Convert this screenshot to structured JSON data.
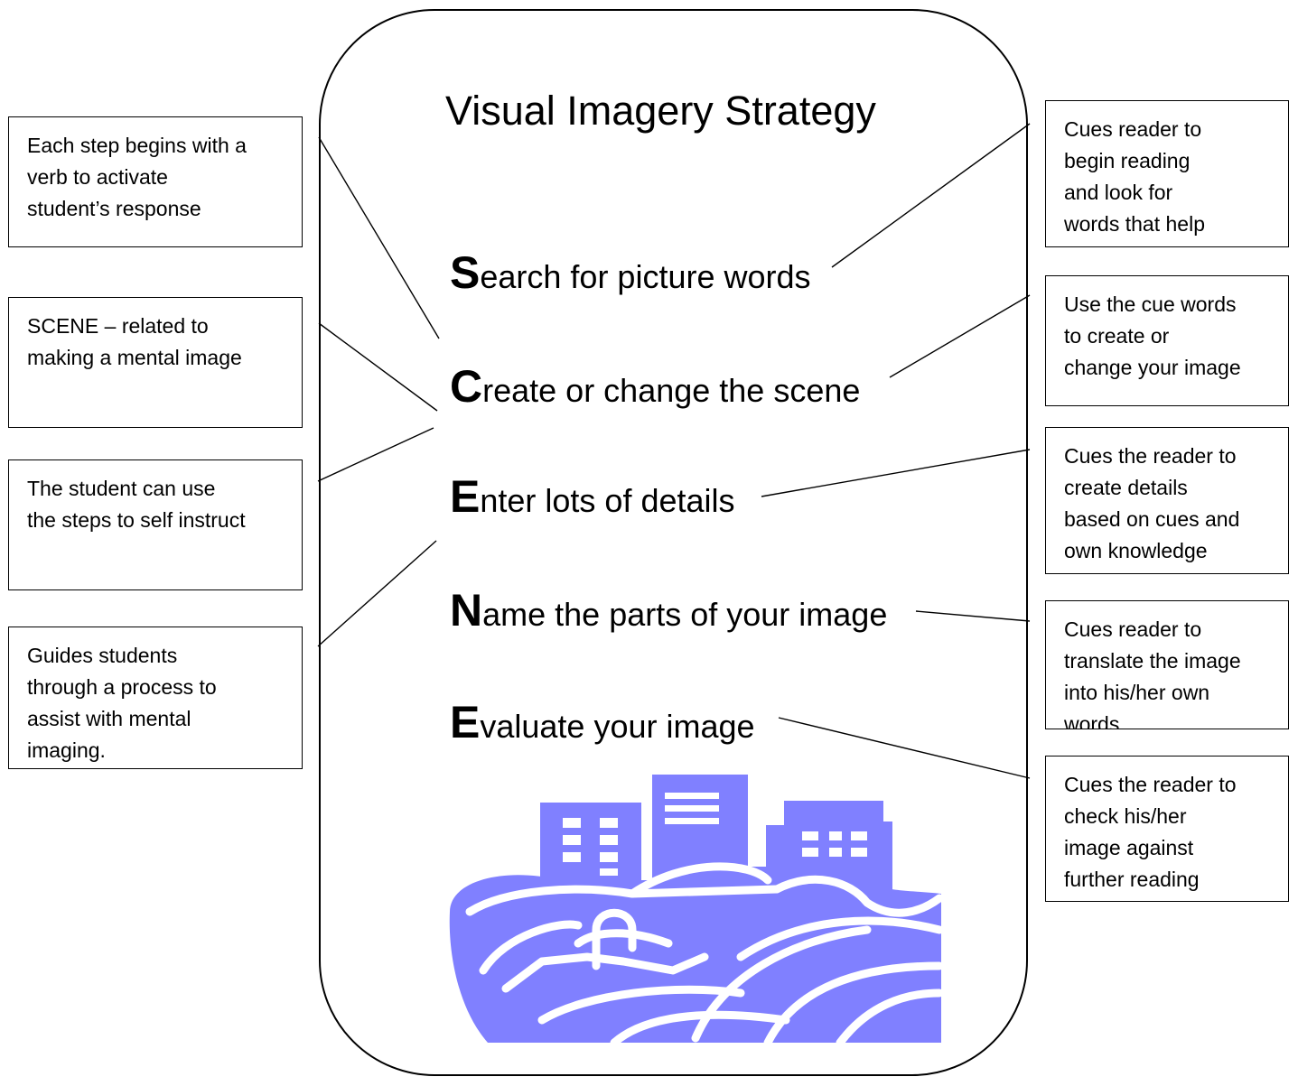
{
  "title": "Visual Imagery Strategy",
  "accent_color": "#8080ff",
  "steps": [
    {
      "letter": "S",
      "text": "earch for picture words"
    },
    {
      "letter": "C",
      "text": "reate or change the scene"
    },
    {
      "letter": "E",
      "text": "nter lots of details"
    },
    {
      "letter": "N",
      "text": "ame the parts of your image"
    },
    {
      "letter": "E",
      "text": "valuate your image"
    }
  ],
  "left_notes": [
    "Each step begins with a\nverb to activate\nstudent’s response",
    "SCENE – related to\nmaking a mental image",
    "The student can use\nthe steps to self instruct",
    "Guides students\nthrough a process to\nassist with mental\nimaging."
  ],
  "right_notes": [
    "Cues reader to\nbegin reading\nand look for\nwords that help",
    "Use the cue words\nto create or\nchange your image",
    "Cues the reader to\ncreate details\nbased on cues and\nown knowledge",
    "Cues reader to\ntranslate the image\ninto his/her own\nwords",
    "Cues the reader to\ncheck his/her\nimage against\nfurther reading"
  ],
  "illustration": {
    "icon": "city-landscape-icon"
  }
}
